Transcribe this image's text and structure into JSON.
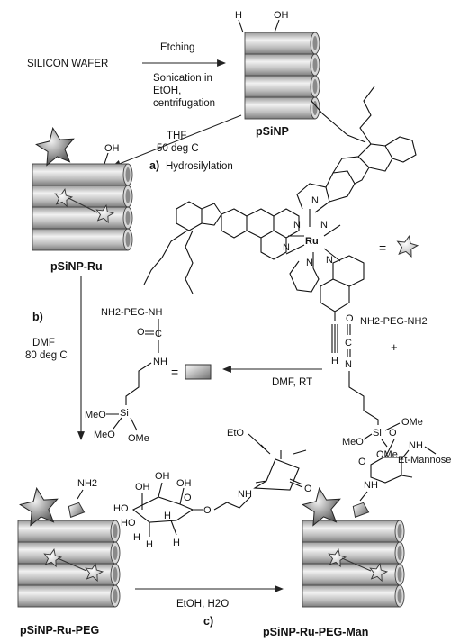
{
  "start": {
    "material": "SILICON WAFER"
  },
  "step_etch": {
    "label": "Etching",
    "conditions_line1": "Sonication in",
    "conditions_line2": "EtOH,",
    "conditions_line3": "centrifugation"
  },
  "psinp": {
    "name": "pSiNP",
    "surface_h": "H",
    "surface_oh": "OH"
  },
  "step_a": {
    "solvent": "THF",
    "temperature": "50 deg C",
    "label": "a)",
    "reaction": "Hydrosilylation"
  },
  "ru_complex": {
    "metal": "Ru",
    "n_atoms": [
      "N",
      "N",
      "N",
      "N",
      "N",
      "N"
    ],
    "alkyne_h": "H",
    "equals": "="
  },
  "psinp_ru": {
    "name": "pSiNP-Ru",
    "surface_oh": "OH"
  },
  "step_b": {
    "label": "b)",
    "solvent": "DMF",
    "temperature": "80 deg C"
  },
  "silane_linker": {
    "amine_top": "NH2-PEG-NH",
    "carbonyl_o": "O",
    "carbonyl_c": "C",
    "nh": "NH",
    "si": "Si",
    "ome_1": "MeO",
    "ome_2": "MeO",
    "ome_3": "OMe",
    "equals": "="
  },
  "reagents": {
    "peg_diamine": "NH2-PEG-NH2",
    "plus": "+",
    "isocyanate_o": "O",
    "isocyanate_c": "C",
    "isocyanate_n": "N",
    "si": "Si",
    "meo": "MeO",
    "ome_1": "OMe",
    "ome_2": "OMe",
    "conditions": "DMF, RT"
  },
  "mannose_squarate": {
    "eto": "EtO",
    "o_squarate": "O",
    "nh": "NH",
    "ring_o": "O",
    "linker_o": "O",
    "oh_labels": [
      "OH",
      "OH",
      "HO",
      "HO",
      "OH"
    ],
    "h_labels": [
      "H",
      "H",
      "H",
      "H"
    ]
  },
  "psinp_ru_peg": {
    "name": "pSiNP-Ru-PEG",
    "nh2": "NH2"
  },
  "step_c": {
    "conditions": "EtOH, H2O",
    "label": "c)"
  },
  "product": {
    "name": "pSiNP-Ru-PEG-Man",
    "o_1": "O",
    "o_2": "O",
    "nh": "NH",
    "substituent": "Et-Mannose",
    "hn": "NH"
  },
  "colors": {
    "particle_fill": "#c4c4c4",
    "particle_light": "#eeeeee",
    "particle_dark": "#7a7a7a",
    "star_dark": "#4a4a4a",
    "star_light": "#f0f0f0"
  }
}
